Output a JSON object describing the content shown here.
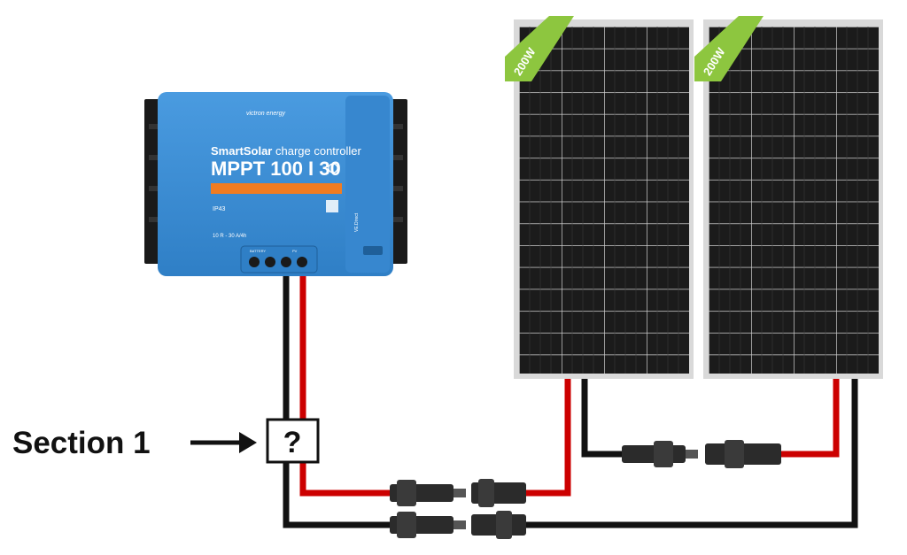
{
  "controller": {
    "brand": "victron energy",
    "line1_a": "SmartSolar",
    "line1_b": " charge controller",
    "model": "MPPT 100 I 30",
    "terminal_battery": "BATTERY",
    "terminal_pv": "PV",
    "rating": "10 R - 30 A/4h",
    "cert_marks": "IP43",
    "port_label": "VE.Direct"
  },
  "panels": [
    {
      "tag": "200W"
    },
    {
      "tag": "200W"
    }
  ],
  "annotation": {
    "label": "Section 1",
    "unknown_symbol": "?"
  },
  "colors": {
    "controller_body": "#3a8fd6",
    "controller_stripe": "#f07c22",
    "panel_cell": "#1b1b1b",
    "panel_frame": "#d9d9d9",
    "tag_green": "#8dc63f",
    "wire_positive": "#cc0000",
    "wire_negative": "#111111",
    "connector": "#2b2b2b"
  },
  "icons": [
    "arrow-right-icon",
    "qr-code-icon",
    "bluetooth-icon"
  ]
}
